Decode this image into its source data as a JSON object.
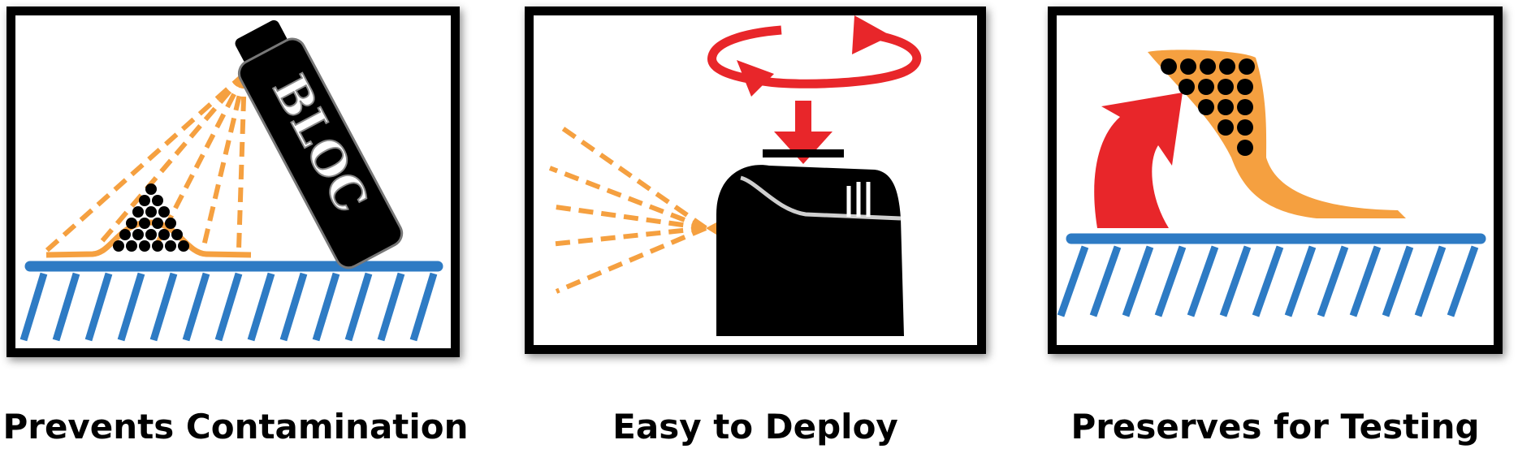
{
  "panels": [
    {
      "caption": "Prevents Contamination",
      "can_label": "BLOC",
      "icons": [
        "spray-can-icon",
        "spray-cone-icon",
        "particle-pile-icon",
        "hatched-surface-icon"
      ]
    },
    {
      "caption": "Easy to Deploy",
      "icons": [
        "rotate-arrow-icon",
        "down-arrow-icon",
        "dispenser-icon",
        "spray-cone-icon"
      ]
    },
    {
      "caption": "Preserves for Testing",
      "icons": [
        "lift-arrow-icon",
        "peeled-film-icon",
        "particle-cluster-icon",
        "hatched-surface-icon"
      ]
    }
  ],
  "colors": {
    "frame": "#000000",
    "spray": "#f5a040",
    "surface": "#2e7bc4",
    "arrow": "#e8262a",
    "film": "#f5a040",
    "particle": "#000000"
  }
}
